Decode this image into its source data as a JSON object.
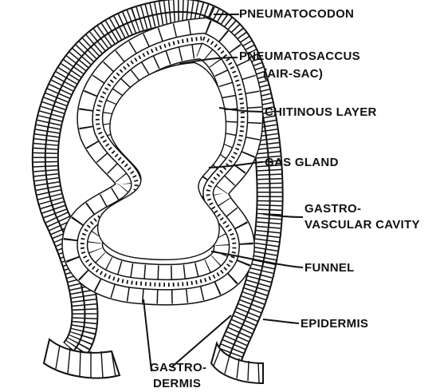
{
  "labels": {
    "pneumatocodon": "PNEUMATOCODON",
    "pneumatosaccus": "PNEUMATOSACCUS",
    "air_sac": "(AIR-SAC)",
    "chitinous_layer": "CHITINOUS LAYER",
    "gas_gland": "GAS GLAND",
    "gastro": "GASTRO-",
    "vascular_cavity": "VASCULAR CAVITY",
    "funnel": "FUNNEL",
    "epidermis": "EPIDERMIS",
    "gastro_dermis_1": "GASTRO-",
    "gastro_dermis_2": "DERMIS"
  }
}
